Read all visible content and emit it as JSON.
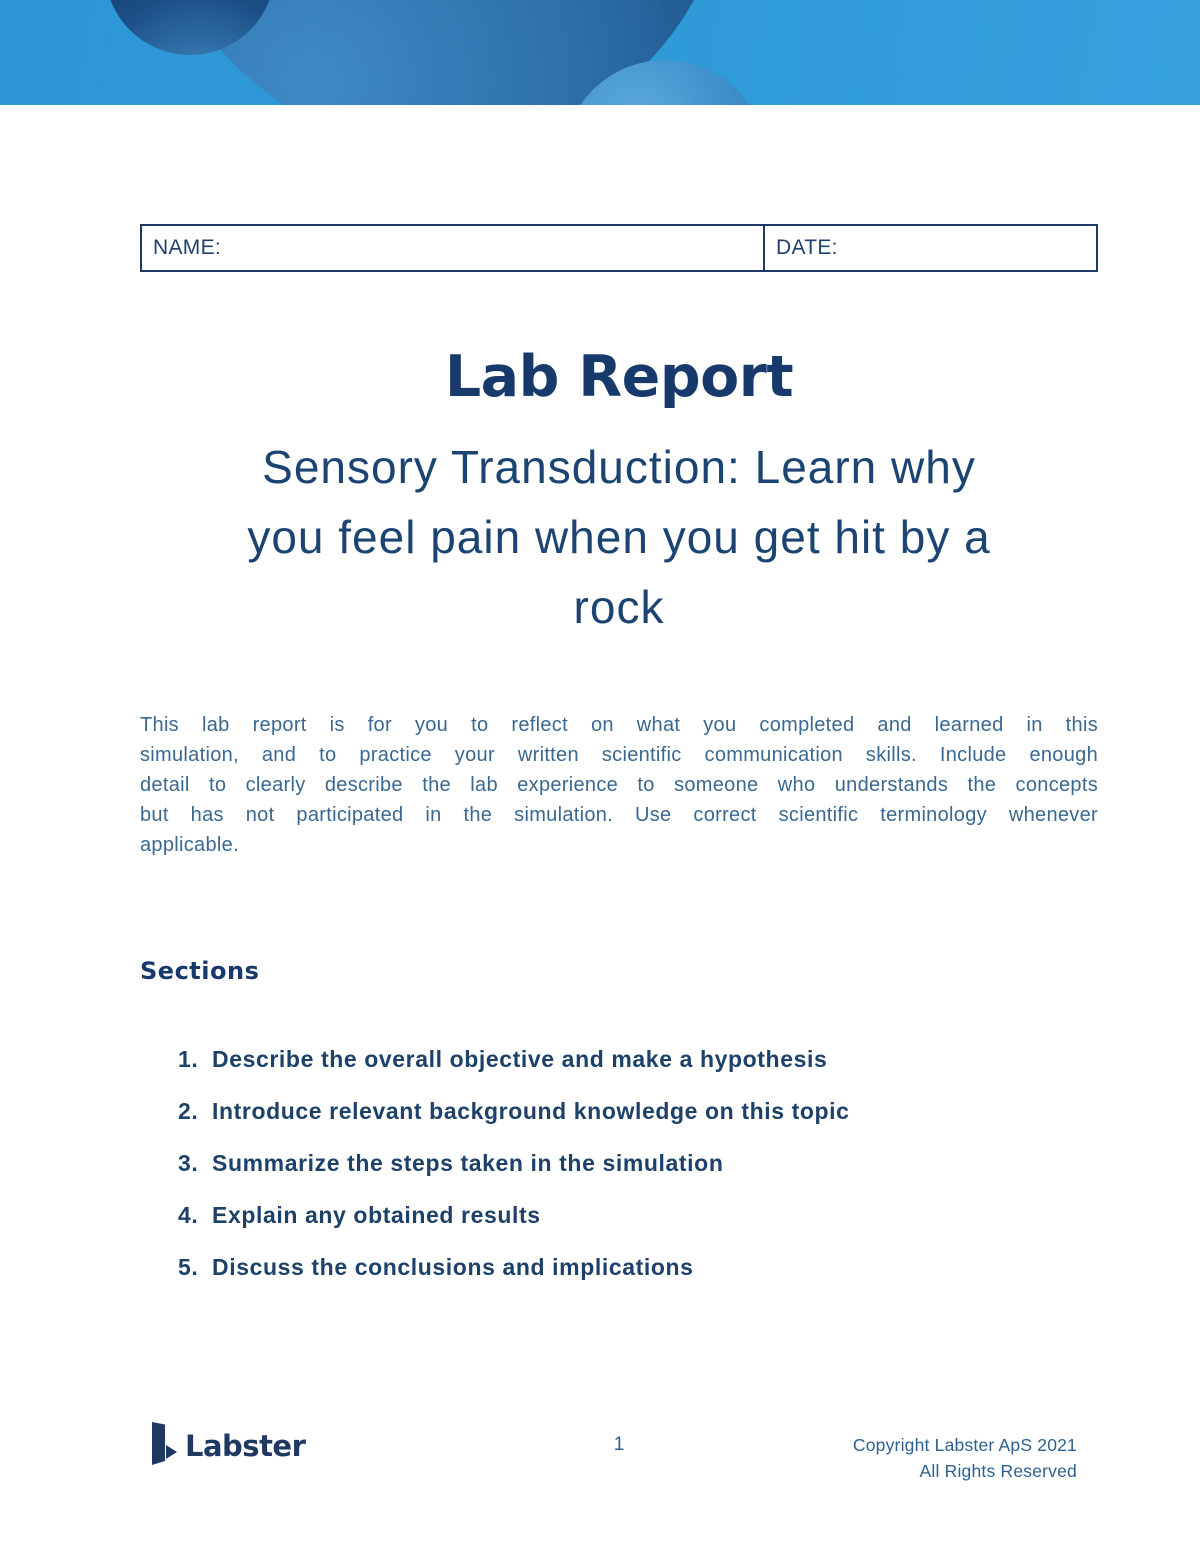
{
  "colors": {
    "header_blue": "#2f9ad8",
    "sphere_dark_navy": "#123e70",
    "navy": "#1f3864",
    "title_navy": "#17396b",
    "steel_blue": "#3a6890",
    "footer_steel": "#2d6090"
  },
  "meta": {
    "name_label": "NAME:",
    "date_label": "DATE:"
  },
  "title": "Lab Report",
  "subtitle": {
    "full": "Sensory Transduction: Learn why you feel pain when you get hit by a rock",
    "lines": [
      "Sensory Transduction: Learn why",
      "you feel pain when you get hit by a",
      "rock"
    ]
  },
  "intro": {
    "full": "This lab report is for you to reflect on what you completed and learned in this simulation, and to practice your written scientific communication skills. Include enough detail to clearly describe the lab experience to someone who understands the concepts but has not participated in the simulation. Use correct scientific terminology whenever applicable.",
    "lines": [
      "This lab report is for you to reflect on what you completed and learned in this",
      "simulation, and to practice your written scientific communication skills. Include enough",
      "detail to clearly describe the lab experience to someone who understands the concepts",
      "but has not participated in the simulation. Use correct scientific terminology whenever",
      "applicable."
    ]
  },
  "sections": {
    "heading": "Sections",
    "items": [
      {
        "num": "1.",
        "text": "Describe the overall objective and make a hypothesis"
      },
      {
        "num": "2.",
        "text": "Introduce relevant background knowledge on this topic"
      },
      {
        "num": "3.",
        "text": "Summarize the steps taken in the simulation"
      },
      {
        "num": "4.",
        "text": "Explain any obtained results"
      },
      {
        "num": "5.",
        "text": "Discuss the conclusions and implications"
      }
    ]
  },
  "footer": {
    "brand": "Labster",
    "page_number": "1",
    "copyright_line1": "Copyright Labster ApS 2021",
    "copyright_line2": "All Rights Reserved"
  },
  "icons": {
    "logo": "labster-flag-icon"
  }
}
